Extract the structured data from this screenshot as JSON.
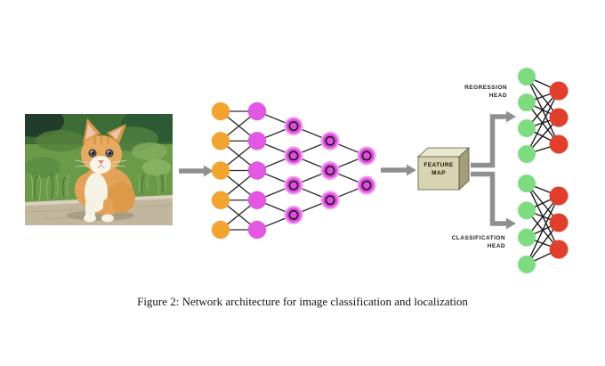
{
  "figure": {
    "caption": "Figure 2: Network architecture for image classification and localization",
    "feature_map": {
      "line1": "FEATURE",
      "line2": "MAP"
    },
    "regression_head": {
      "line1": "REGRESSION",
      "line2": "HEAD"
    },
    "classification_head": {
      "line1": "CLASSIFICATION",
      "line2": "HEAD"
    },
    "backbone": {
      "layers": [
        {
          "name": "input-layer",
          "count": 5,
          "style": "solid",
          "color": "#f3a42e"
        },
        {
          "name": "hidden-layer-1",
          "count": 5,
          "style": "solid",
          "color": "#e456e4"
        },
        {
          "name": "hidden-layer-2",
          "count": 4,
          "style": "ringed",
          "color": "#df4cdf"
        },
        {
          "name": "hidden-layer-3",
          "count": 3,
          "style": "ringed",
          "color": "#df4cdf"
        },
        {
          "name": "hidden-layer-4",
          "count": 2,
          "style": "ringed",
          "color": "#df4cdf"
        }
      ]
    },
    "heads": [
      {
        "name": "regression",
        "input_count": 4,
        "output_count": 3
      },
      {
        "name": "classification",
        "input_count": 4,
        "output_count": 3
      }
    ],
    "colors": {
      "head_input_green": "#7edc80",
      "head_output_red": "#e23e2c",
      "arrow_gray": "#8f8f8f",
      "edge_dark": "#2a2a2a",
      "node_halo_pink": "#f29cf2",
      "ring_dark": "#1a1a1a",
      "box_front": "#d8d4b2",
      "box_top": "#eae7cf",
      "box_side": "#a29e7a",
      "box_outline": "#55523c"
    }
  }
}
